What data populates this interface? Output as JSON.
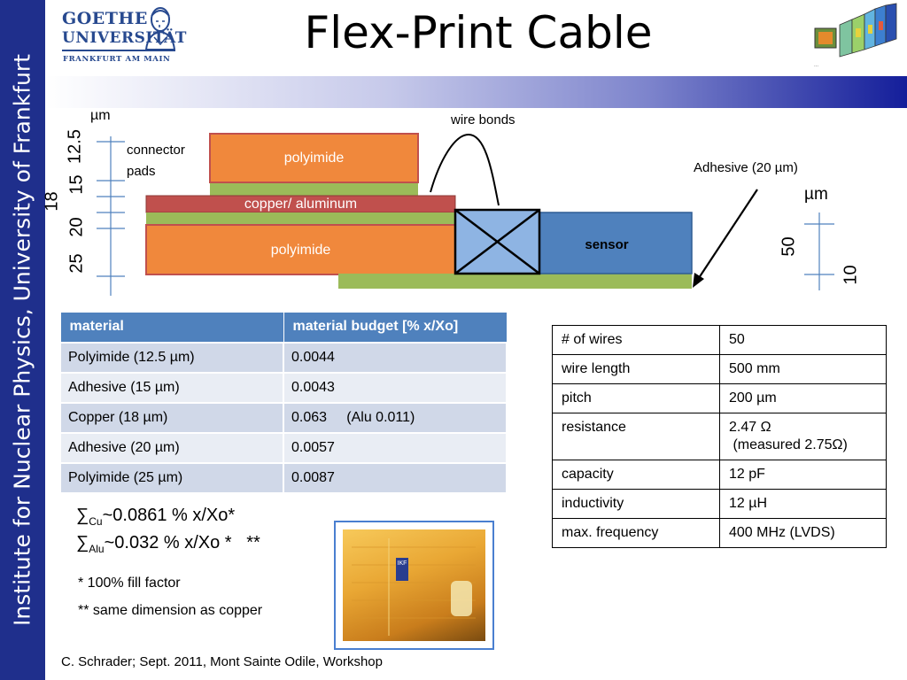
{
  "sidebar": {
    "text": "Institute for  Nuclear Physics, University of Frankfurt"
  },
  "logo": {
    "line1": "GOETHE",
    "line2": "UNIVERSITÄT",
    "line3": "FRANKFURT AM MAIN"
  },
  "title": "Flex-Print Cable",
  "detector_caption": "...",
  "diagram": {
    "unit_left": "µm",
    "unit_right": "µm",
    "thickness_left": [
      "12.5",
      "15",
      "18",
      "20",
      "25"
    ],
    "thickness_right": [
      "50",
      "10"
    ],
    "connector_pads_line1": "connector",
    "connector_pads_line2": "pads",
    "wire_bonds": "wire bonds",
    "adhesive_label": "Adhesive (20 µm)",
    "layer_top": "polyimide",
    "layer_middle": "copper/ aluminum",
    "layer_bottom": "polyimide",
    "sensor": "sensor",
    "colors": {
      "polyimide": "#f0883c",
      "copper": "#c0504d",
      "adhesive": "#9bbb59",
      "sensor": "#4f81bd",
      "chip": "#8eb4e3"
    }
  },
  "material_table": {
    "headers": [
      "material",
      "material budget [% x/Xo]"
    ],
    "rows": [
      [
        "Polyimide (12.5 µm)",
        "0.0044"
      ],
      [
        "Adhesive (15 µm)",
        "0.0043"
      ],
      [
        "Copper (18 µm)",
        "0.063     (Alu 0.011)"
      ],
      [
        "Adhesive (20 µm)",
        "0.0057"
      ],
      [
        "Polyimide (25 µm)",
        "0.0087"
      ]
    ]
  },
  "wire_table": {
    "rows": [
      [
        "# of wires",
        "50"
      ],
      [
        "wire length",
        "500 mm"
      ],
      [
        "pitch",
        "200 µm"
      ],
      [
        "resistance",
        "2.47 Ω"
      ],
      [
        "capacity",
        "12 pF"
      ],
      [
        "inductivity",
        "12 µH"
      ],
      [
        "max. frequency",
        "400 MHz (LVDS)"
      ]
    ],
    "resistance_measured": " (measured 2.75Ω)"
  },
  "sums": {
    "cu_symbol": "∑",
    "cu_sub": "Cu",
    "cu_text": "~0.0861 % x/Xo*",
    "alu_symbol": "∑",
    "alu_sub": "Alu",
    "alu_text": "~0.032 % x/Xo *   **"
  },
  "notes": {
    "fill_factor": "* 100% fill factor",
    "same_dimension": "** same dimension as copper"
  },
  "photo_tag": "IKF",
  "credit": "C. Schrader; Sept. 2011, Mont Sainte Odile, Workshop"
}
